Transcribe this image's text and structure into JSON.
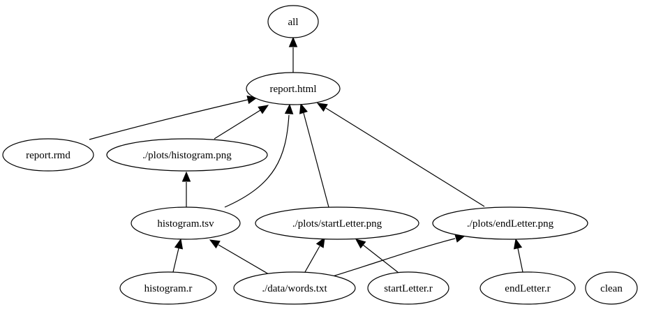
{
  "graph": {
    "nodes": [
      {
        "id": "all",
        "label": "all"
      },
      {
        "id": "report_html",
        "label": "report.html"
      },
      {
        "id": "report_rmd",
        "label": "report.rmd"
      },
      {
        "id": "histogram_png",
        "label": "./plots/histogram.png"
      },
      {
        "id": "histogram_tsv",
        "label": "histogram.tsv"
      },
      {
        "id": "startLetter_png",
        "label": "./plots/startLetter.png"
      },
      {
        "id": "endLetter_png",
        "label": "./plots/endLetter.png"
      },
      {
        "id": "histogram_r",
        "label": "histogram.r"
      },
      {
        "id": "words_txt",
        "label": "./data/words.txt"
      },
      {
        "id": "startLetter_r",
        "label": "startLetter.r"
      },
      {
        "id": "endLetter_r",
        "label": "endLetter.r"
      },
      {
        "id": "clean",
        "label": "clean"
      }
    ],
    "edges": [
      {
        "from": "report_html",
        "to": "all"
      },
      {
        "from": "report_rmd",
        "to": "report_html"
      },
      {
        "from": "histogram_png",
        "to": "report_html"
      },
      {
        "from": "histogram_tsv",
        "to": "report_html"
      },
      {
        "from": "startLetter_png",
        "to": "report_html"
      },
      {
        "from": "endLetter_png",
        "to": "report_html"
      },
      {
        "from": "histogram_tsv",
        "to": "histogram_png"
      },
      {
        "from": "histogram_r",
        "to": "histogram_tsv"
      },
      {
        "from": "words_txt",
        "to": "histogram_tsv"
      },
      {
        "from": "words_txt",
        "to": "startLetter_png"
      },
      {
        "from": "words_txt",
        "to": "endLetter_png"
      },
      {
        "from": "startLetter_r",
        "to": "startLetter_png"
      },
      {
        "from": "endLetter_r",
        "to": "endLetter_png"
      }
    ]
  }
}
